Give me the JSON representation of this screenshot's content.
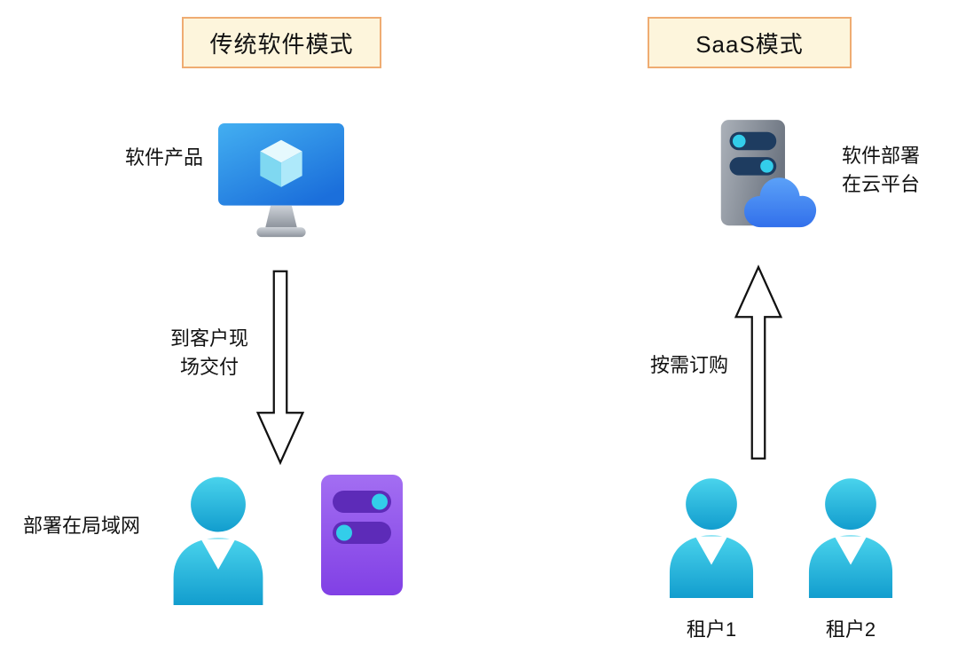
{
  "left_panel": {
    "title": "传统软件模式",
    "product_label": "软件产品",
    "arrow_label": "到客户现\n场交付",
    "deploy_label": "部署在局域网"
  },
  "right_panel": {
    "title": "SaaS模式",
    "cloud_label": "软件部署\n在云平台",
    "arrow_label": "按需订购",
    "tenants": [
      {
        "label": "租户1"
      },
      {
        "label": "租户2"
      }
    ]
  },
  "icons": {
    "monitor": "monitor-cube-icon",
    "user": "user-icon",
    "purple_server": "purple-server-icon",
    "cloud_server": "cloud-server-icon",
    "down_arrow": "down-arrow-icon",
    "up_arrow": "up-arrow-icon"
  },
  "colors": {
    "title_bg": "#FDF5DC",
    "title_border": "#EFAC72",
    "person_cyan": "#2BB9DC",
    "server_purple": "#9357E9",
    "cloud_blue": "#4187F2",
    "monitor_blue": "#2E9BE6",
    "toggle_cyan": "#33CDEA",
    "arrow_outline": "#111111"
  }
}
